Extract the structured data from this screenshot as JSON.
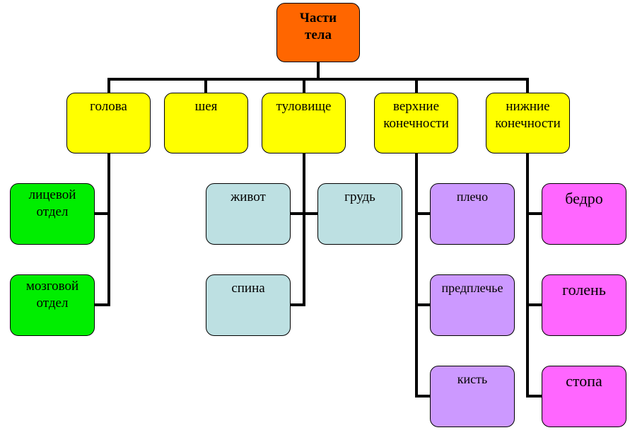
{
  "root": {
    "label": "Части\nтела"
  },
  "level1": [
    {
      "id": "golova",
      "label": "голова"
    },
    {
      "id": "sheya",
      "label": "шея"
    },
    {
      "id": "tulovische",
      "label": "туловище"
    },
    {
      "id": "verhnie",
      "label": "верхние\nконечности"
    },
    {
      "id": "nizhnie",
      "label": "нижние\nконечности"
    }
  ],
  "golova_children": [
    {
      "label": "лицевой\nотдел"
    },
    {
      "label": "мозговой\nотдел"
    }
  ],
  "tulovische_children": [
    {
      "label": "живот"
    },
    {
      "label": "грудь"
    },
    {
      "label": "спина"
    }
  ],
  "verhnie_children": [
    {
      "label": "плечо"
    },
    {
      "label": "предплечье"
    },
    {
      "label": "кисть"
    }
  ],
  "nizhnie_children": [
    {
      "label": "бедро"
    },
    {
      "label": "голень"
    },
    {
      "label": "стопа"
    }
  ],
  "colors": {
    "root": "#ff6600",
    "level1": "#ffff00",
    "golova_children": "#00ee00",
    "tulovische_children": "#bde0e2",
    "verhnie_children": "#cc99ff",
    "nizhnie_children": "#ff66ff",
    "connector": "#000000"
  }
}
